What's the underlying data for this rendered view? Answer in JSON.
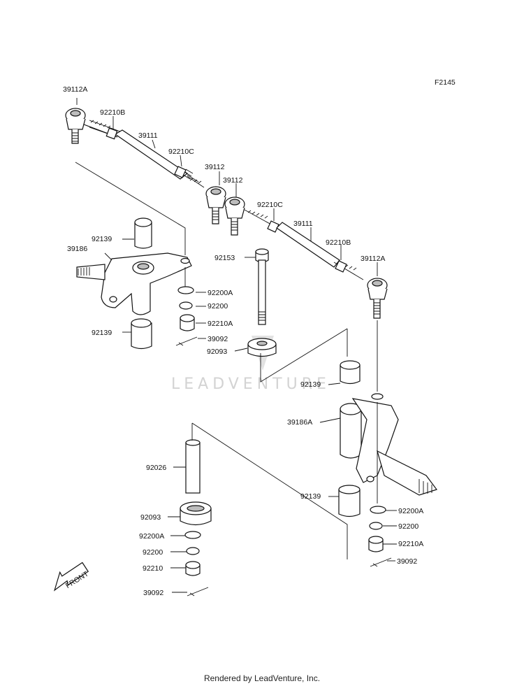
{
  "diagram": {
    "code": "F2145",
    "watermark": "LEADVENTURE",
    "front_label": "FRONT",
    "footer": "Rendered by LeadVenture, Inc.",
    "labels": {
      "l39112A_left": "39112A",
      "l92210B_left": "92210B",
      "l39111_left": "39111",
      "l92210C_left": "92210C",
      "l39112_a": "39112",
      "l39112_b": "39112",
      "l92210C_right": "92210C",
      "l39111_right": "39111",
      "l92210B_right": "92210B",
      "l39112A_right": "39112A",
      "l92153": "92153",
      "l92139_top_left": "92139",
      "l39186": "39186",
      "l92200A_left": "92200A",
      "l92200_left": "92200",
      "l92210A_left": "92210A",
      "l39092_left": "39092",
      "l92139_bottom_left": "92139",
      "l92093_mid": "92093",
      "l92139_mid_right": "92139",
      "l39186A": "39186A",
      "l92026": "92026",
      "l92139_bottom_right": "92139",
      "l92200A_right": "92200A",
      "l92200_right": "92200",
      "l92210A_right": "92210A",
      "l39092_right": "39092",
      "l92093_low": "92093",
      "l92200A_low": "92200A",
      "l92200_low": "92200",
      "l92210_low": "92210",
      "l39092_low": "39092"
    }
  }
}
